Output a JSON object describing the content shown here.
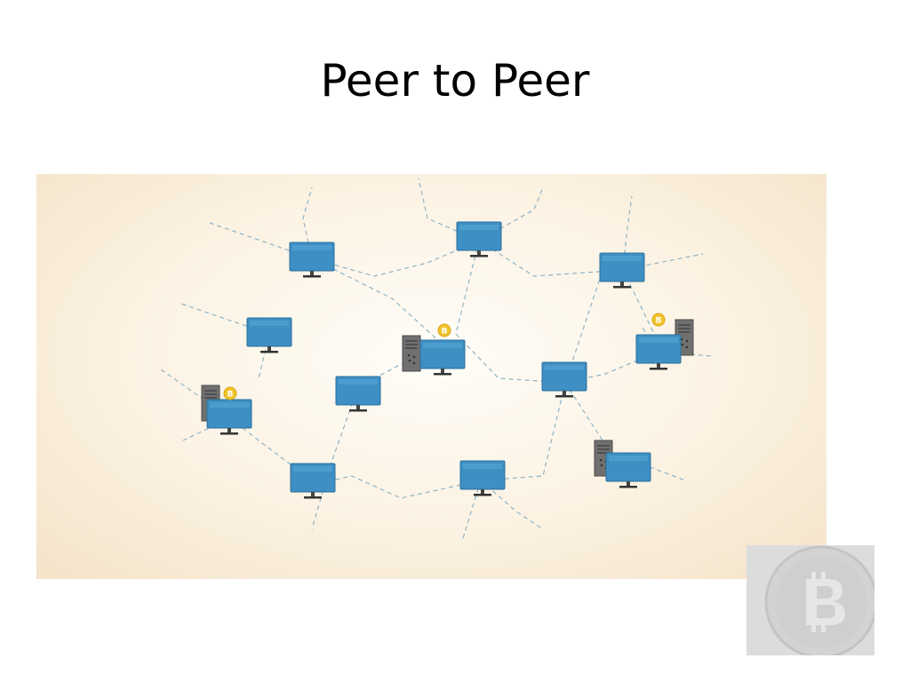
{
  "slide": {
    "title": "Peer to Peer"
  },
  "illustration": {
    "icon": "peer-to-peer-network-illustration",
    "colors": {
      "background": "#fbf2e2",
      "monitor": "#3b8ec2",
      "link": "#8fb3c6",
      "coin": "#f2c42b",
      "tower": "#6e6e6e"
    },
    "node_count": 16
  },
  "badge": {
    "icon": "bitcoin-logo-icon",
    "colors": {
      "background": "#dcdcdc",
      "coin": "#c9c9c9"
    }
  }
}
